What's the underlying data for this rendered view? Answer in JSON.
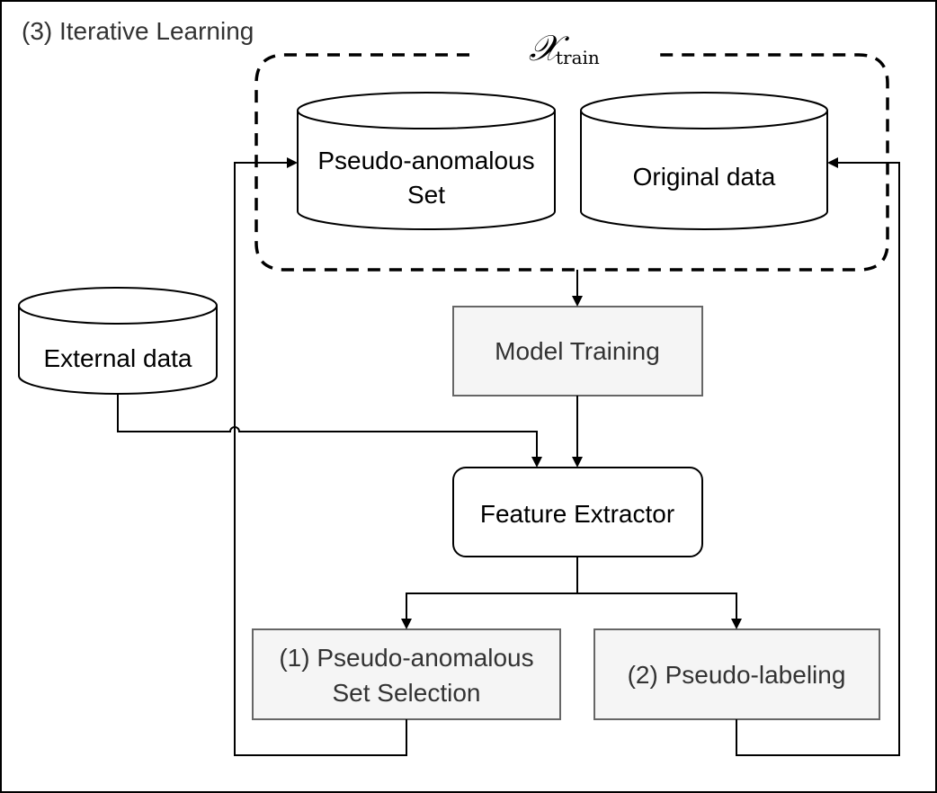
{
  "title": "(3) Iterative Learning",
  "dataset_label": {
    "symbol": "𝒳",
    "subscript": "train"
  },
  "nodes": {
    "pseudo_anomalous_set": [
      "Pseudo-anomalous",
      "Set"
    ],
    "original_data": "Original data",
    "external_data": "External data",
    "model_training": "Model Training",
    "feature_extractor": "Feature Extractor",
    "pseudo_anomalous_set_selection": [
      "(1) Pseudo-anomalous",
      "Set Selection"
    ],
    "pseudo_labeling": "(2) Pseudo-labeling"
  },
  "colors": {
    "stroke": "#000000",
    "grey_box_fill": "#f5f5f5",
    "grey_box_stroke": "#666666",
    "grey_text": "#333333"
  }
}
